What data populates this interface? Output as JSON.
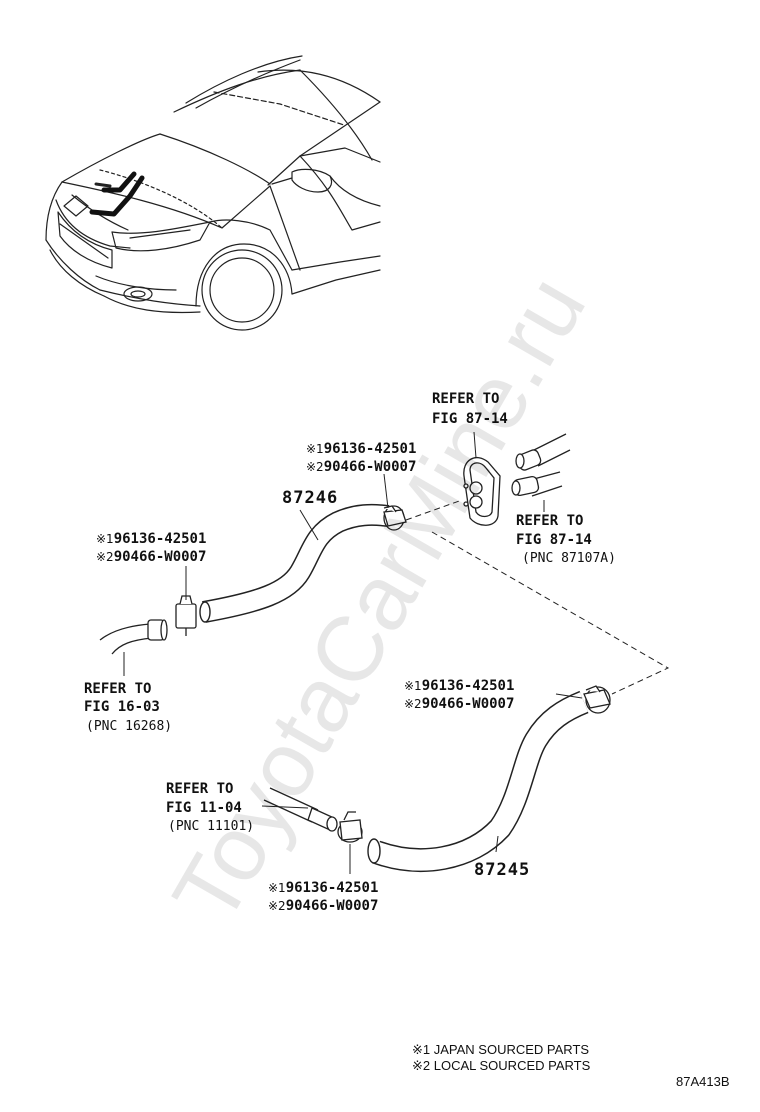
{
  "watermark": "ToyotaCarMine.ru",
  "marks": {
    "m1": "※1",
    "m2": "※2"
  },
  "callouts": {
    "top_clamp": {
      "c1": "96136-42501",
      "c2": "90466-W0007"
    },
    "left_clamp": {
      "c1": "96136-42501",
      "c2": "90466-W0007"
    },
    "right_clamp": {
      "c1": "96136-42501",
      "c2": "90466-W0007"
    },
    "bottom_clamp": {
      "c1": "96136-42501",
      "c2": "90466-W0007"
    }
  },
  "refs": {
    "grommet": {
      "line1": "REFER TO",
      "line2": "FIG 87-14"
    },
    "pipes": {
      "line1": "REFER TO",
      "line2": "FIG 87-14",
      "pnc": "(PNC 87107A)"
    },
    "left_pipe": {
      "line1": "REFER TO",
      "line2": "FIG 16-03",
      "pnc": "(PNC 16268)"
    },
    "engine_pipe": {
      "line1": "REFER TO",
      "line2": "FIG 11-04",
      "pnc": "(PNC 11101)"
    }
  },
  "parts": {
    "upper_hose": "87246",
    "lower_hose": "87245"
  },
  "legend": {
    "l1": "JAPAN SOURCED PARTS",
    "l2": "LOCAL SOURCED PARTS"
  },
  "figure_code": "87A413B"
}
